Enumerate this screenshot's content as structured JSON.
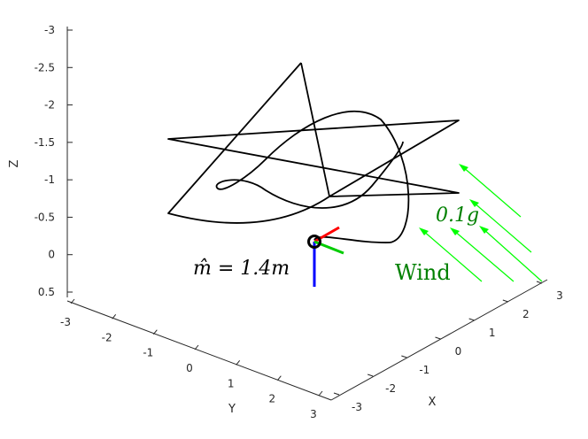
{
  "chart_data": {
    "type": "line",
    "projection": "3d",
    "grid": false,
    "axes": {
      "x": {
        "label": "X",
        "ticks": [
          "-3",
          "-2",
          "-1",
          "0",
          "1",
          "2",
          "3"
        ]
      },
      "y": {
        "label": "Y",
        "ticks": [
          "-3",
          "-2",
          "-1",
          "0",
          "1",
          "2",
          "3"
        ]
      },
      "z": {
        "label": "Z",
        "ticks": [
          "-3",
          "-2.5",
          "-2",
          "-1.5",
          "-1",
          "-0.5",
          "0",
          "0.5"
        ],
        "reversed": true
      }
    },
    "annotations": {
      "mass_estimate": "m̂ = 1.4m",
      "wind_label": "Wind",
      "wind_magnitude": "0.1g"
    },
    "colors": {
      "trajectory": "#000000",
      "wind_arrows": "#00ff00",
      "annotation_text": "#008000",
      "body_x_axis": "#ff0000",
      "body_y_axis": "#00cc00",
      "body_z_axis": "#0000ff",
      "axes": "#262626"
    }
  }
}
